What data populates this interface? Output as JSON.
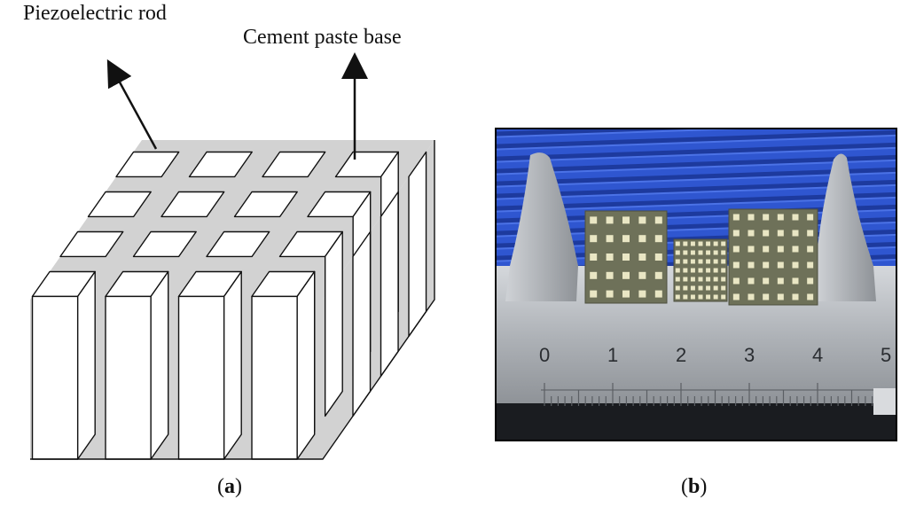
{
  "panel_a": {
    "label_rod": "Piezoelectric rod",
    "label_base": "Cement paste base",
    "caption_open": "(",
    "caption_letter": "a",
    "caption_close": ")"
  },
  "panel_b": {
    "ruler_ticks": [
      "0",
      "1",
      "2",
      "3",
      "4",
      "5"
    ],
    "caption_open": "(",
    "caption_letter": "b",
    "caption_close": ")"
  },
  "colors": {
    "cement": "#d2d2d2",
    "rod_face": "#ffffff",
    "stroke": "#111111",
    "background_blue": "#2a4fc4",
    "metal": "#b9bcc0",
    "sample": "#6e7159",
    "sample_dot": "#e9e6c4"
  }
}
